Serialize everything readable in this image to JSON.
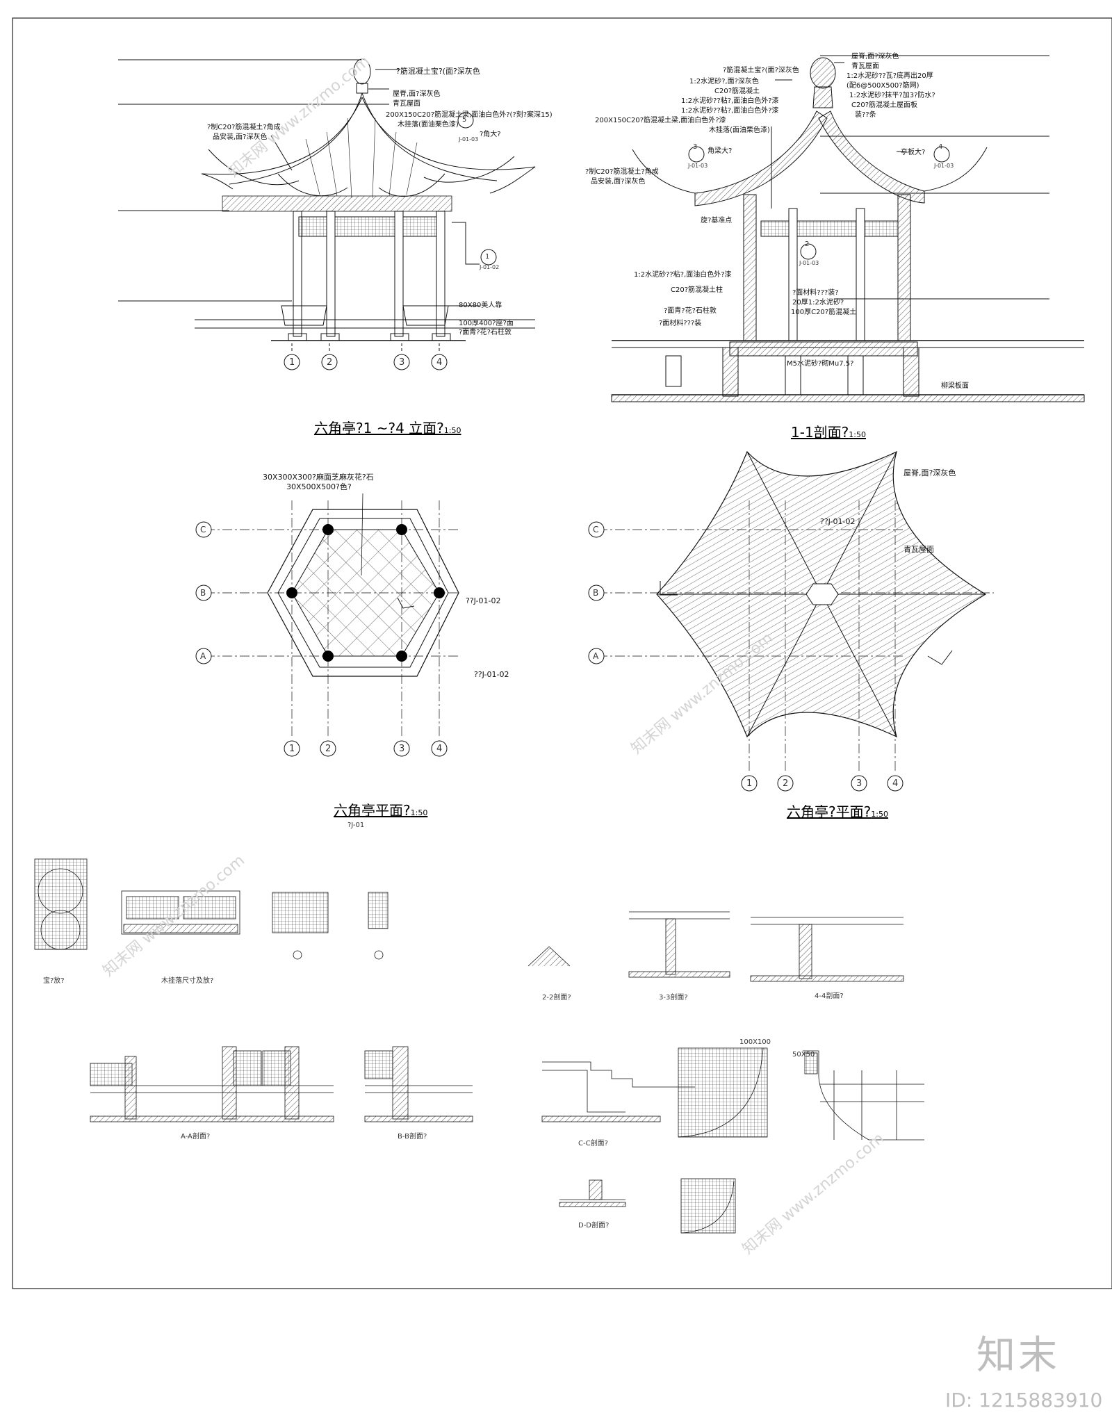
{
  "elevation": {
    "title": "六角亭?1 ~?4 立面?",
    "scale": "1:50",
    "axes": [
      "1",
      "2",
      "3",
      "4"
    ],
    "notes": [
      "?筋混凝土宝?(面?深灰色",
      "屋脊,面?深灰色",
      "青瓦屋面",
      "200X150C20?筋混凝土梁,面油白色外?(?刻?案深15)",
      "木挂落(面油栗色漆)",
      "?制C20?筋混凝土?角成",
      "品安装,面?深灰色",
      "?角大?",
      "80X80美人靠",
      "100厚400?座?面",
      "?面青?花?石柱敦"
    ],
    "refs": [
      {
        "num": "5",
        "sheet": "J-01-03"
      },
      {
        "num": "1",
        "sheet": "J-01-02"
      }
    ]
  },
  "section": {
    "title": "1-1剖面?",
    "scale": "1:50",
    "notes_top": [
      "?筋混凝土宝?(面?深灰色",
      "屋脊,面?深灰色",
      "青瓦屋面",
      "1:2水泥砂??瓦?底再出20厚",
      "(配6@500X500?筋网)",
      "1:2水泥砂?抹平?加3?防水?",
      "C20?筋混凝土屋面板",
      "装??条"
    ],
    "notes_left": [
      "1:2水泥砂?,面?深灰色",
      "C20?筋混凝土",
      "1:2水泥砂??粘?,面油白色外?漆",
      "1:2水泥砂??粘?,面油白色外?漆",
      "200X150C20?筋混凝土梁,面油白色外?漆",
      "木挂落(面油栗色漆)",
      "角梁大?",
      "?制C20?筋混凝土?角成",
      "品安装,面?深灰色",
      "旋?基准点",
      "1:2水泥砂??粘?,面油白色外?漆",
      "C20?筋混凝土柱",
      "?面青?花?石柱敦",
      "?面材料???装"
    ],
    "notes_mid": [
      "?面材料???装?",
      "20厚1:2水泥砂?",
      "100厚C20?筋混凝土",
      "M5水泥砂?砌Mu7.5?"
    ],
    "notes_right": [
      "亭板大?",
      "柳梁板面"
    ],
    "refs": [
      {
        "num": "3",
        "sheet": "J-01-03"
      },
      {
        "num": "4",
        "sheet": "J-01-03"
      },
      {
        "num": "2",
        "sheet": "J-01-03"
      }
    ]
  },
  "plan": {
    "title": "六角亭平面?",
    "scale": "1:50",
    "subtitle": "?J-01",
    "grid_rows": [
      "C",
      "B",
      "A"
    ],
    "grid_cols": [
      "1",
      "2",
      "3",
      "4"
    ],
    "notes": [
      "30X300X300?麻面芝麻灰花?石",
      "30X500X500?色?"
    ],
    "refs": [
      "??J-01-02",
      "??J-01-02"
    ]
  },
  "roof_plan": {
    "title": "六角亭?平面?",
    "scale": "1:50",
    "grid_rows": [
      "C",
      "B",
      "A"
    ],
    "grid_cols": [
      "1",
      "2",
      "3",
      "4"
    ],
    "notes": [
      "屋脊,面?深灰色",
      "青瓦屋面"
    ],
    "ref": "??J-01-02"
  },
  "details": {
    "captions": [
      "宝?放?",
      "木挂落尺寸及放?",
      "2-2剖面?",
      "3-3剖面?",
      "4-4剖面?",
      "A-A剖面?",
      "B-B剖面?",
      "C-C剖面?",
      "D-D剖面?"
    ],
    "dims": [
      "100X100",
      "50X50"
    ]
  },
  "watermark": {
    "site": "知末网 www.znzmo.com",
    "logo": "知末",
    "id": "ID: 1215883910"
  }
}
